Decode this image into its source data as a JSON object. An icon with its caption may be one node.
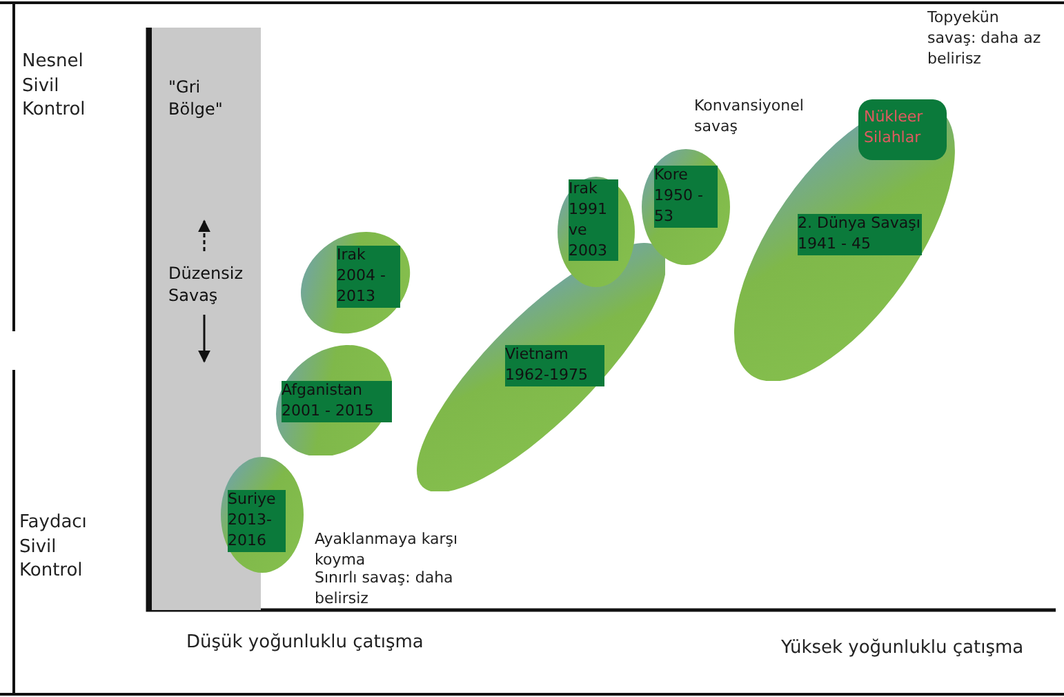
{
  "diagram": {
    "nodes": [
      {
        "text": [
          "\"Gri Bölge\"",
          "Düzensiz Savaş"
        ]
      },
      {
        "text": [
          "Irak 2004 - 2013"
        ]
      },
      {
        "text": [
          "Afganistan 2001 - 2015"
        ]
      },
      {
        "text": [
          "Suriye 2013- 2016"
        ]
      },
      {
        "text": [
          "Vietnam 1962-1975"
        ]
      },
      {
        "text": [
          "Irak 1991 ve 2003"
        ]
      },
      {
        "text": [
          "Kore 1950 - 53"
        ]
      },
      {
        "text": [
          "2. Dünya Savaşı 1941 - 45"
        ]
      },
      {
        "text": [
          "Nükleer Silahlar"
        ],
        "in": 7
      }
    ],
    "edges": [],
    "labels": [
      "Nesnel Sivil Kontrol",
      "Topyekün savaş: daha az belirisz",
      "Konvansiyonel savaş",
      "Ayaklanmaya karşı koyma",
      "Faydacı Sivil Kontrol",
      "Sınırlı savaş: daha belirsiz",
      "Düşük yoğunluklu çatışma",
      "Yüksek yoğunluklu çatışma"
    ]
  }
}
